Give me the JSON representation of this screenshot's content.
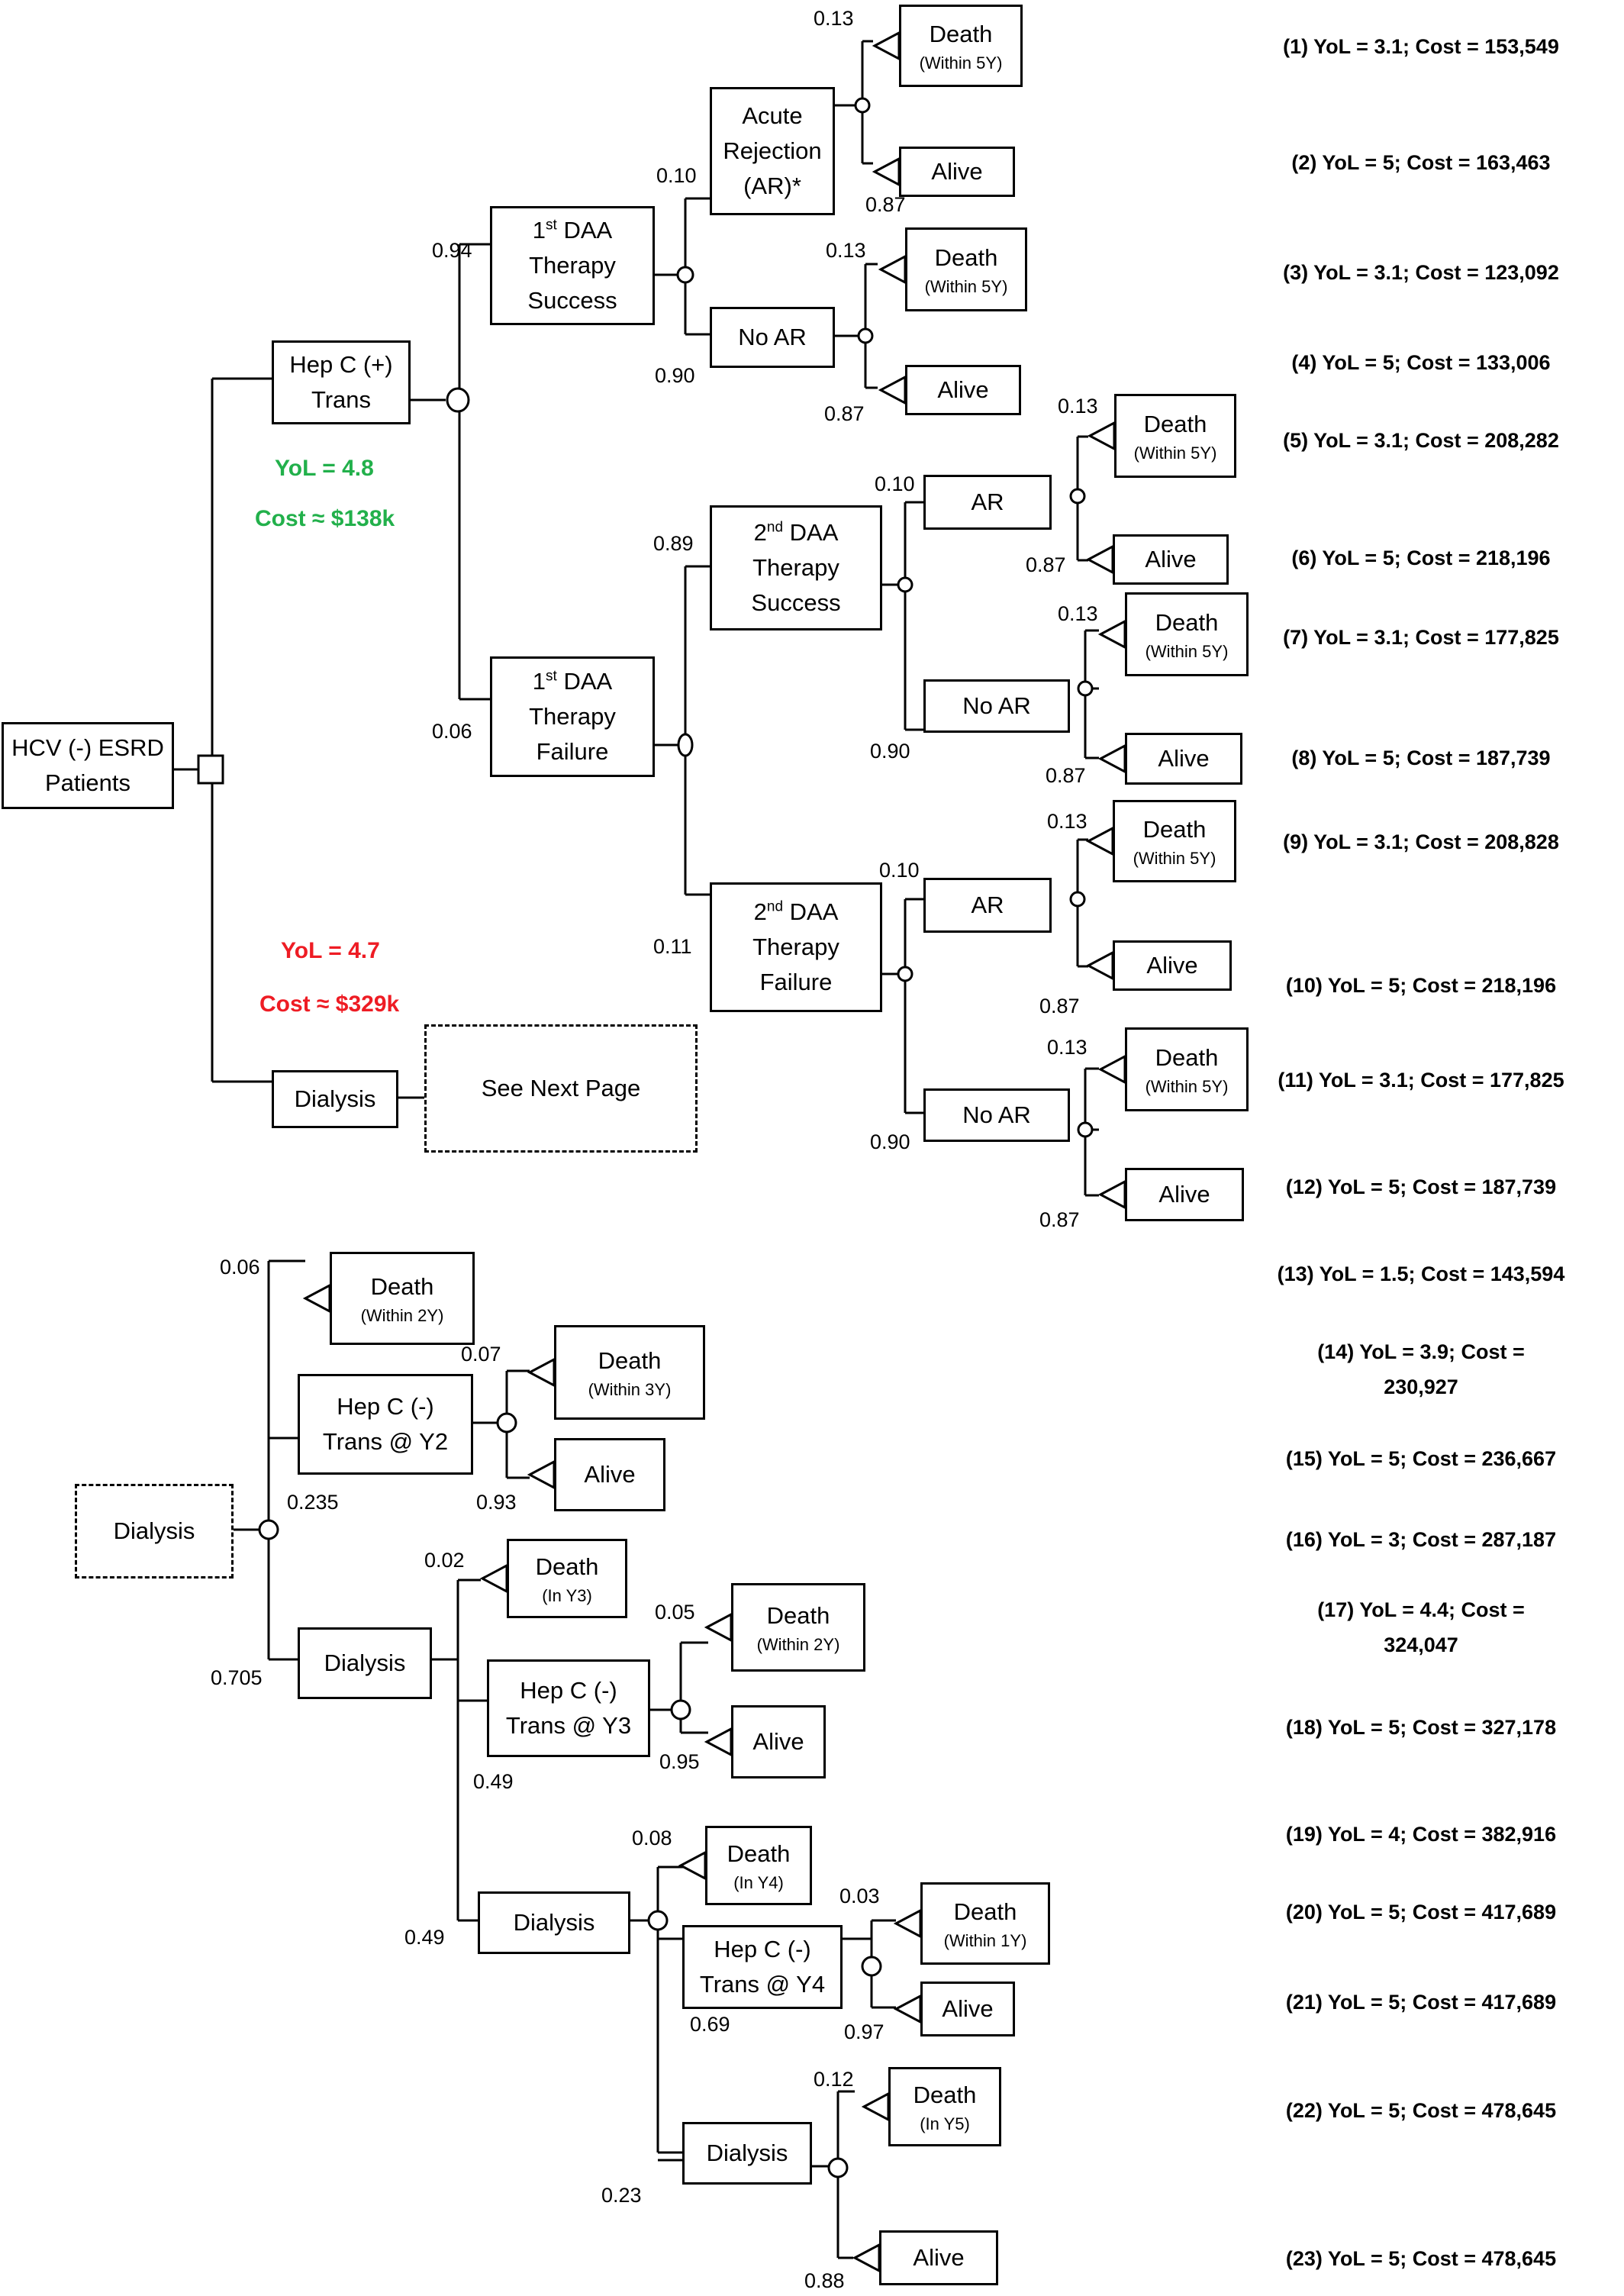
{
  "colors": {
    "line": "#000000",
    "success_summary": "#22b04b",
    "failure_summary": "#ee1c24"
  },
  "root": {
    "line1": "HCV (-) ESRD",
    "line2": "Patients"
  },
  "summaries": {
    "transplant": {
      "yol": "YoL = 4.8",
      "cost": "Cost ≈ $138k"
    },
    "dialysis": {
      "yol": "YoL = 4.7",
      "cost": "Cost ≈ $329k"
    }
  },
  "nodes": {
    "hepc_trans": {
      "l1": "Hep C (+)",
      "l2": "Trans"
    },
    "daa1_success": {
      "l1_pre": "1",
      "l1_sup": "st",
      "l1_post": " DAA",
      "l2": "Therapy",
      "l3": "Success"
    },
    "daa1_failure": {
      "l1_pre": "1",
      "l1_sup": "st",
      "l1_post": " DAA",
      "l2": "Therapy",
      "l3": "Failure"
    },
    "daa2_success": {
      "l1_pre": "2",
      "l1_sup": "nd",
      "l1_post": " DAA",
      "l2": "Therapy",
      "l3": "Success"
    },
    "daa2_failure": {
      "l1_pre": "2",
      "l1_sup": "nd",
      "l1_post": " DAA",
      "l2": "Therapy",
      "l3": "Failure"
    },
    "acute_rejection": {
      "l1": "Acute",
      "l2": "Rejection",
      "l3": "(AR)*"
    },
    "no_ar_1": "No AR",
    "ar_2": "AR",
    "no_ar_2": "No AR",
    "ar_3": "AR",
    "no_ar_3": "No AR",
    "dialysis_top": "Dialysis",
    "see_next": "See Next Page",
    "dialysis_start": "Dialysis",
    "hepc_y2": {
      "l1": "Hep C (-)",
      "l2": "Trans @ Y2"
    },
    "dialysis_y2": "Dialysis",
    "hepc_y3": {
      "l1": "Hep C (-)",
      "l2": "Trans @ Y3"
    },
    "dialysis_y3": "Dialysis",
    "hepc_y4": {
      "l1": "Hep C (-)",
      "l2": "Trans @ Y4"
    },
    "dialysis_y4": "Dialysis"
  },
  "terminals": [
    {
      "label": "Death",
      "sub": "(Within 5Y)"
    },
    {
      "label": "Alive"
    },
    {
      "label": "Death",
      "sub": "(Within 5Y)"
    },
    {
      "label": "Alive"
    },
    {
      "label": "Death",
      "sub": "(Within 5Y)"
    },
    {
      "label": "Alive"
    },
    {
      "label": "Death",
      "sub": "(Within 5Y)"
    },
    {
      "label": "Alive"
    },
    {
      "label": "Death",
      "sub": "(Within 5Y)"
    },
    {
      "label": "Alive"
    },
    {
      "label": "Death",
      "sub": "(Within 5Y)"
    },
    {
      "label": "Alive"
    },
    {
      "label": "Death",
      "sub": "(Within 2Y)"
    },
    {
      "label": "Death",
      "sub": "(Within 3Y)"
    },
    {
      "label": "Alive"
    },
    {
      "label": "Death",
      "sub": "(In Y3)"
    },
    {
      "label": "Death",
      "sub": "(Within 2Y)"
    },
    {
      "label": "Alive"
    },
    {
      "label": "Death",
      "sub": "(In Y4)"
    },
    {
      "label": "Death",
      "sub": "(Within 1Y)"
    },
    {
      "label": "Alive"
    },
    {
      "label": "Death",
      "sub": "(In Y5)"
    },
    {
      "label": "Alive"
    }
  ],
  "probabilities": [
    "0.94",
    "0.06",
    "0.10",
    "0.90",
    "0.13",
    "0.87",
    "0.13",
    "0.87",
    "0.89",
    "0.11",
    "0.10",
    "0.90",
    "0.13",
    "0.87",
    "0.13",
    "0.87",
    "0.10",
    "0.90",
    "0.13",
    "0.87",
    "0.13",
    "0.87",
    "0.06",
    "0.235",
    "0.705",
    "0.07",
    "0.93",
    "0.02",
    "0.49",
    "0.49",
    "0.05",
    "0.95",
    "0.08",
    "0.69",
    "0.23",
    "0.03",
    "0.97",
    "0.12",
    "0.88"
  ],
  "outcomes": [
    [
      "(1) YoL = 3.1; Cost = 153,549"
    ],
    [
      "(2) YoL = 5; Cost = 163,463"
    ],
    [
      "(3) YoL = 3.1; Cost = 123,092"
    ],
    [
      "(4) YoL = 5; Cost = 133,006"
    ],
    [
      "(5) YoL = 3.1; Cost = 208,282"
    ],
    [
      "(6) YoL = 5; Cost = 218,196"
    ],
    [
      "(7) YoL = 3.1; Cost = 177,825"
    ],
    [
      "(8) YoL = 5; Cost = 187,739"
    ],
    [
      "(9) YoL = 3.1; Cost = 208,828"
    ],
    [
      "(10) YoL = 5; Cost = 218,196"
    ],
    [
      "(11) YoL = 3.1; Cost = 177,825"
    ],
    [
      "(12) YoL = 5; Cost = 187,739"
    ],
    [
      "(13) YoL = 1.5; Cost = 143,594"
    ],
    [
      "(14) YoL = 3.9; Cost =",
      "230,927"
    ],
    [
      "(15) YoL = 5; Cost = 236,667"
    ],
    [
      "(16) YoL = 3; Cost = 287,187"
    ],
    [
      "(17) YoL = 4.4; Cost =",
      "324,047"
    ],
    [
      "(18) YoL = 5; Cost = 327,178"
    ],
    [
      "(19) YoL = 4; Cost = 382,916"
    ],
    [
      "(20) YoL = 5; Cost = 417,689"
    ],
    [
      "(21) YoL = 5; Cost = 417,689"
    ],
    [
      "(22) YoL = 5; Cost = 478,645"
    ],
    [
      "(23) YoL = 5; Cost = 478,645"
    ]
  ]
}
